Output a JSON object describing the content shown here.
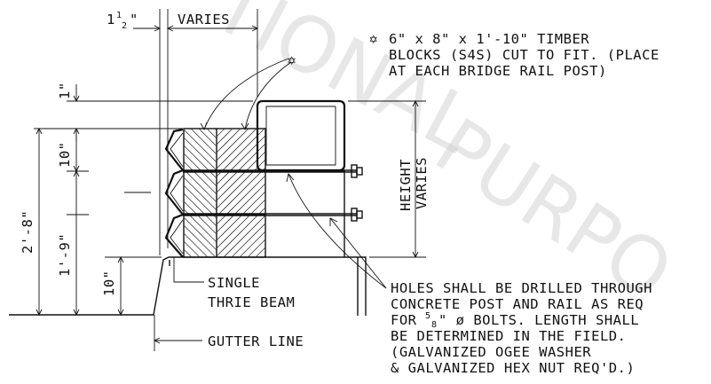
{
  "watermark": {
    "line1": "TIONAL",
    "line2": "PURPO",
    "color": "#c9c9c9"
  },
  "dimensions": {
    "top_left": {
      "whole": "1",
      "num": "1",
      "den": "2",
      "unit": "\""
    },
    "top_right": "VARIES",
    "one_inch": "1\"",
    "ten_inch_top": "10\"",
    "two_eight": "2'-8\"",
    "one_nine": "1'-9\"",
    "ten_inch_bottom": "10\"",
    "height_varies_line1": "HEIGHT",
    "height_varies_line2": "VARIES"
  },
  "notes": {
    "timber_symbol": "✡",
    "timber": [
      "6\" x 8\" x 1'-10\" TIMBER",
      "BLOCKS (S4S) CUT TO FIT. (PLACE",
      "AT EACH BRIDGE RAIL POST)"
    ],
    "single_thrie_beam": [
      "SINGLE",
      "THRIE BEAM"
    ],
    "gutter_line": "GUTTER LINE",
    "holes_line1": "HOLES SHALL BE DRILLED THROUGH",
    "holes_line2": "CONCRETE POST AND RAIL AS REQ",
    "holes_line3_pre": "FOR ",
    "holes_frac": {
      "num": "5",
      "den": "8"
    },
    "holes_line3_post": "\" ø BOLTS. LENGTH SHALL",
    "holes_line4": "BE DETERMINED IN THE FIELD.",
    "holes_line5": "(GALVANIZED OGEE WASHER",
    "holes_line6": "& GALVANIZED HEX NUT REQ'D.)"
  }
}
